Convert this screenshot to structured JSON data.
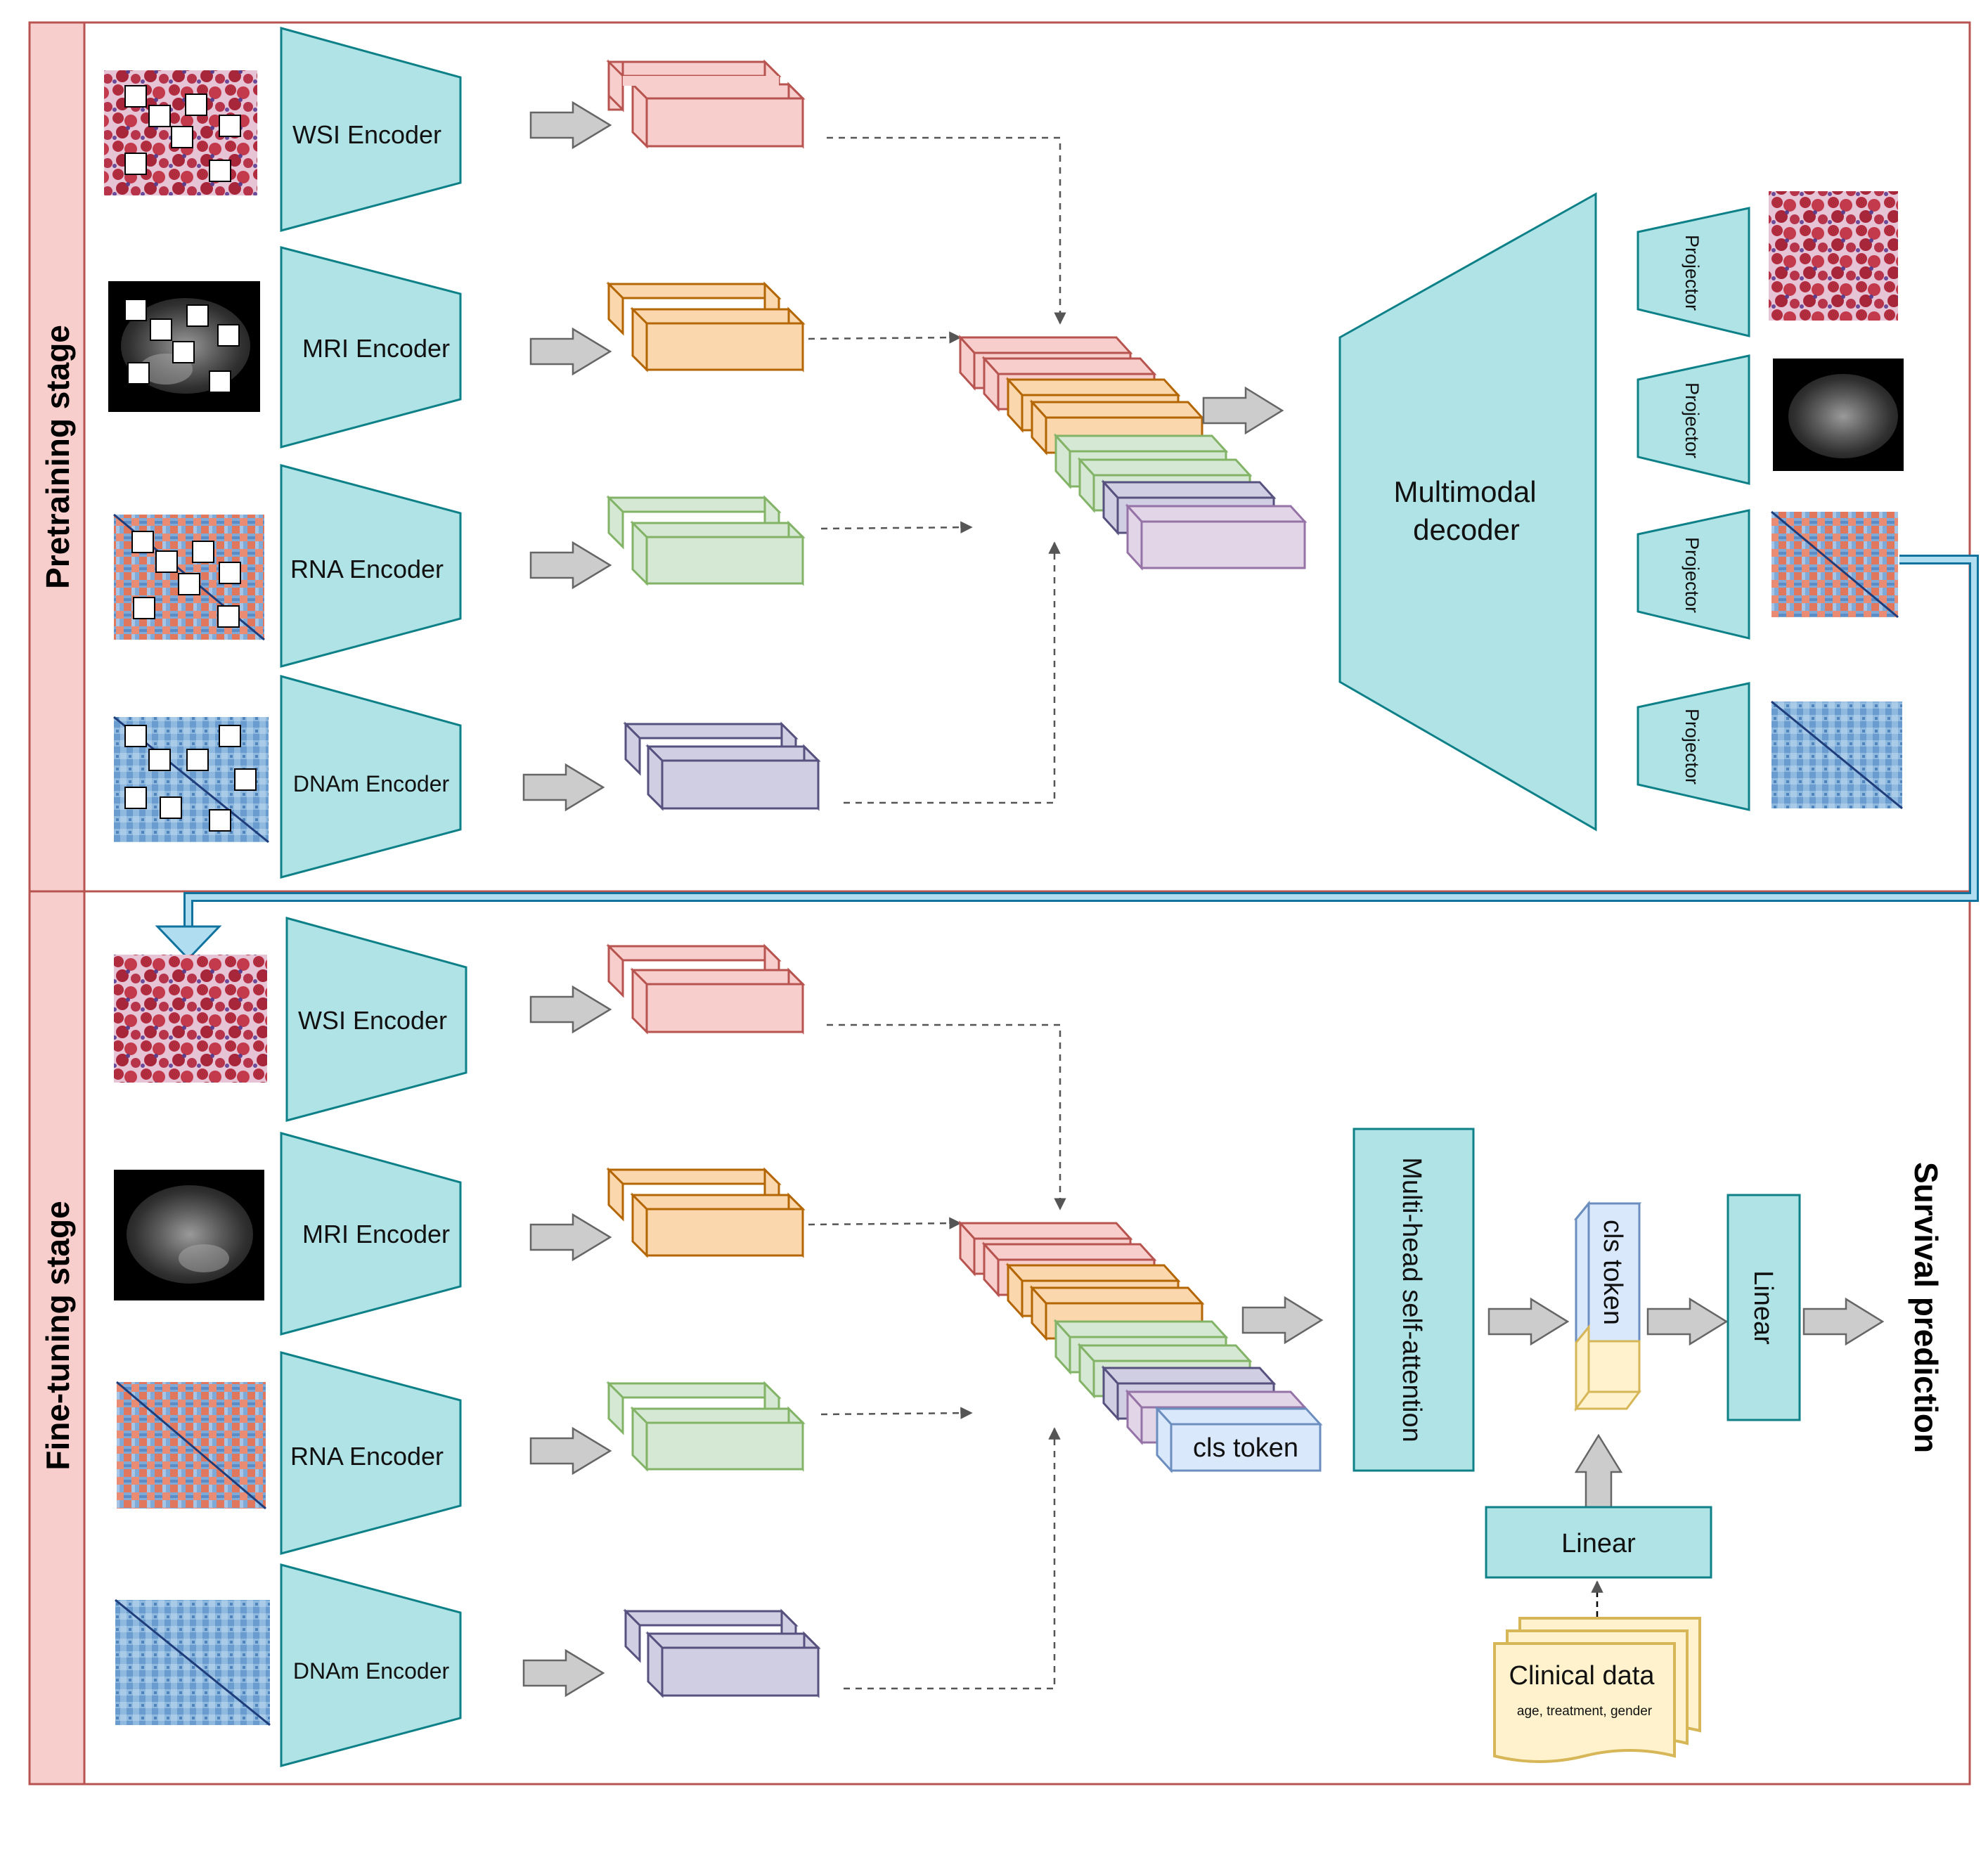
{
  "stages": {
    "pretraining": "Pretraining stage",
    "finetuning": "Fine-tuning stage"
  },
  "encoders": {
    "wsi": "WSI Encoder",
    "mri": "MRI Encoder",
    "rna": "RNA Encoder",
    "dnam": "DNAm Encoder"
  },
  "decoder": {
    "line1": "Multimodal",
    "line2": "decoder"
  },
  "projector": "Projector",
  "cls_token": "cls token",
  "attention": "Multi-head self-attention",
  "linear": "Linear",
  "clinical": {
    "title": "Clinical data",
    "subtitle": "age, treatment, gender"
  },
  "output": "Survival prediction",
  "colors": {
    "stage_border": "#b85450",
    "stage_fill": "#f8cecc",
    "encoder_fill": "#b0e3e6",
    "encoder_stroke": "#0e8088",
    "wsi_fill": "#f8cecc",
    "wsi_stroke": "#b85450",
    "mri_fill": "#fad7ac",
    "mri_stroke": "#b46504",
    "rna_fill": "#d5e8d4",
    "rna_stroke": "#82b366",
    "dnam_fill": "#d0cee2",
    "dnam_stroke": "#56517e",
    "cls_fill": "#dae8fc",
    "cls_stroke": "#6c8ebf",
    "clinical_fill": "#fff2cc",
    "clinical_stroke": "#d6b656",
    "link_stroke": "#10739e",
    "link_fill": "#b1ddf0"
  }
}
